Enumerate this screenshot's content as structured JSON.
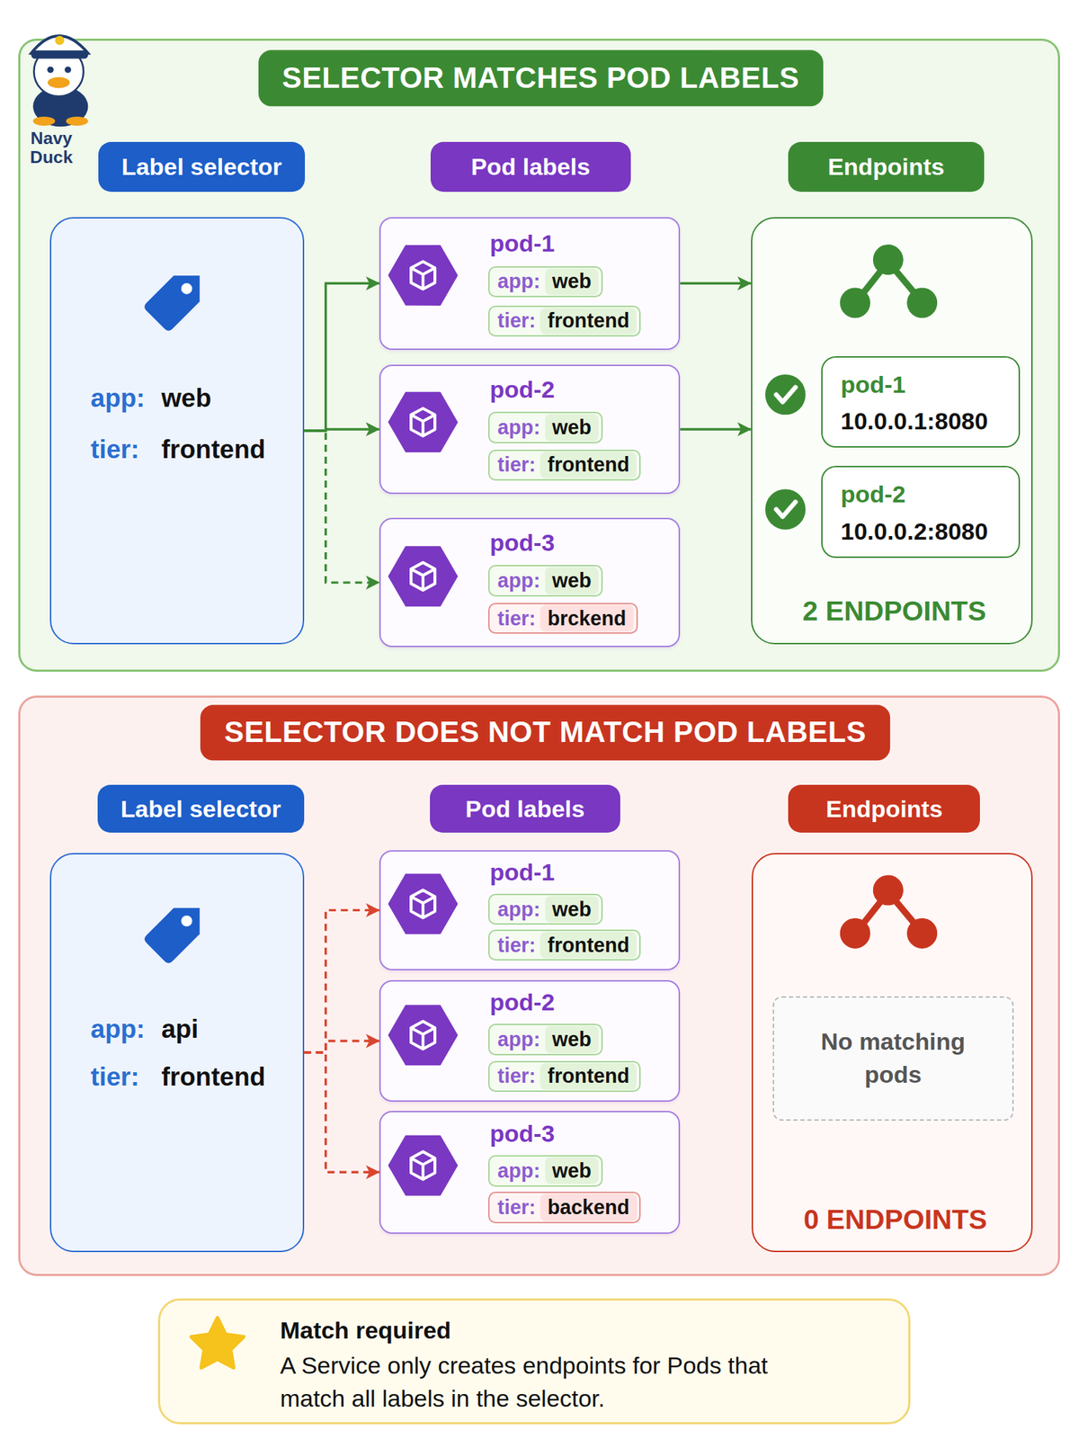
{
  "diagram": {
    "nodes": [
      {
        "text": [
          "SELECTOR MATCHES POD LABELS"
        ]
      },
      {
        "text": [
          "Label selector"
        ],
        "in": 0
      },
      {
        "text": [
          "Pod labels"
        ],
        "in": 0
      },
      {
        "text": [
          "Endpoints"
        ],
        "in": 0
      },
      {
        "text": [
          "app:",
          "web",
          "tier:",
          "frontend"
        ],
        "in": 0
      },
      {
        "text": [
          "pod-1"
        ],
        "in": 0
      },
      {
        "text": [
          "app:",
          "web"
        ],
        "in": 5
      },
      {
        "text": [
          "tier:",
          "frontend"
        ],
        "in": 5
      },
      {
        "text": [
          "pod-2"
        ],
        "in": 0
      },
      {
        "text": [
          "app:",
          "web"
        ],
        "in": 8
      },
      {
        "text": [
          "tier:",
          "frontend"
        ],
        "in": 8
      },
      {
        "text": [
          "pod-3"
        ],
        "in": 0
      },
      {
        "text": [
          "app:",
          "web"
        ],
        "in": 11
      },
      {
        "text": [
          "tier:",
          "brckend"
        ],
        "in": 11
      },
      {
        "text": [
          "2 ENDPOINTS"
        ],
        "in": 0
      },
      {
        "text": [
          "pod-1",
          "10.0.0.1:8080"
        ],
        "in": 14
      },
      {
        "text": [
          "pod-2",
          "10.0.0.2:8080"
        ],
        "in": 14
      },
      {
        "text": [
          "SELECTOR DOES NOT MATCH POD LABELS"
        ]
      },
      {
        "text": [
          "Label selector"
        ],
        "in": 17
      },
      {
        "text": [
          "Pod labels"
        ],
        "in": 17
      },
      {
        "text": [
          "Endpoints"
        ],
        "in": 17
      },
      {
        "text": [
          "app:",
          "api",
          "tier:",
          "frontend"
        ],
        "in": 17
      },
      {
        "text": [
          "pod-1"
        ],
        "in": 17
      },
      {
        "text": [
          "app:",
          "web"
        ],
        "in": 22
      },
      {
        "text": [
          "tier:",
          "frontend"
        ],
        "in": 22
      },
      {
        "text": [
          "pod-2"
        ],
        "in": 17
      },
      {
        "text": [
          "app:",
          "web"
        ],
        "in": 25
      },
      {
        "text": [
          "tier:",
          "frontend"
        ],
        "in": 25
      },
      {
        "text": [
          "pod-3"
        ],
        "in": 17
      },
      {
        "text": [
          "app:",
          "web"
        ],
        "in": 28
      },
      {
        "text": [
          "tier:",
          "backend"
        ],
        "in": 28
      },
      {
        "text": [
          "0 ENDPOINTS"
        ],
        "in": 17
      },
      {
        "text": [
          "No matching pods"
        ],
        "in": 31
      },
      {
        "text": [
          "Match required",
          "A Service only creates endpoints for Pods that match all labels in the selector."
        ]
      }
    ],
    "edges": [
      {
        "from": 4,
        "to": 5,
        "arrow": "to"
      },
      {
        "from": 4,
        "to": 8,
        "arrow": "to"
      },
      {
        "from": 4,
        "to": 11,
        "arrow": "to"
      },
      {
        "from": 5,
        "to": 14,
        "arrow": "to"
      },
      {
        "from": 8,
        "to": 14,
        "arrow": "to"
      },
      {
        "from": 21,
        "to": 22,
        "arrow": "to"
      },
      {
        "from": 21,
        "to": 25,
        "arrow": "to"
      },
      {
        "from": 21,
        "to": 28,
        "arrow": "to"
      }
    ],
    "labels": [
      "Navy Duck"
    ]
  }
}
